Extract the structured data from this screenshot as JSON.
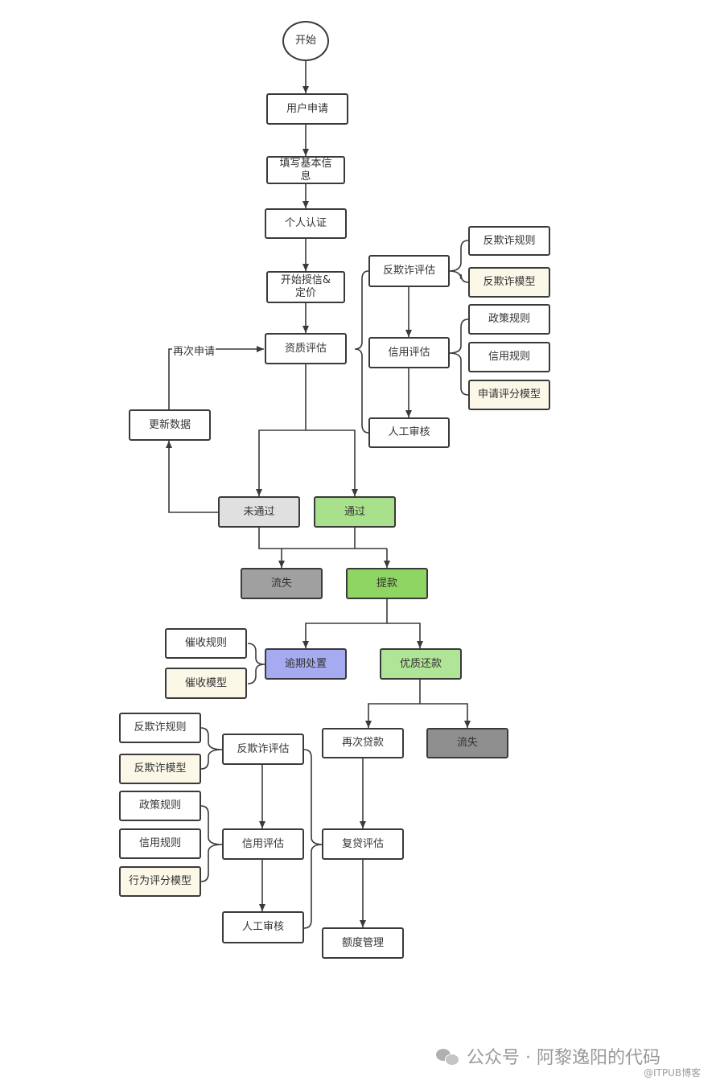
{
  "nodes": {
    "start": "开始",
    "user_apply": "用户申请",
    "fill_info": "填写基本信\n息",
    "personal_auth": "个人认证",
    "credit_pricing": "开始授信&\n定价",
    "qualification_eval": "资质评估",
    "antifraud_eval": "反欺诈评估",
    "credit_eval": "信用评估",
    "manual_review": "人工审核",
    "antifraud_rules": "反欺诈规则",
    "antifraud_model": "反欺诈模型",
    "policy_rules": "政策规则",
    "credit_rules": "信用规则",
    "application_score_model": "申请评分模型",
    "behavior_score_model": "行为评分模型",
    "reapply": "再次申请",
    "update_data": "更新数据",
    "not_passed": "未通过",
    "passed": "通过",
    "churn": "流失",
    "drawdown": "提款",
    "collection_rules": "催收规则",
    "collection_model": "催收模型",
    "overdue_handling": "逾期处置",
    "good_repayment": "优质还款",
    "reloan": "再次贷款",
    "reloan_eval": "复贷评估",
    "limit_management": "额度管理"
  },
  "footer": {
    "account": "公众号 · 阿黎逸阳的代码",
    "watermark": "@ITPUB博客"
  },
  "colors": {
    "border": "#3a3a3a",
    "cream": "#fbf8e8",
    "not_passed": "#e0e0e0",
    "passed": "#a8e08c",
    "drawdown": "#8fd563",
    "overdue": "#a6aaf0",
    "churn": "#a0a0a0"
  }
}
